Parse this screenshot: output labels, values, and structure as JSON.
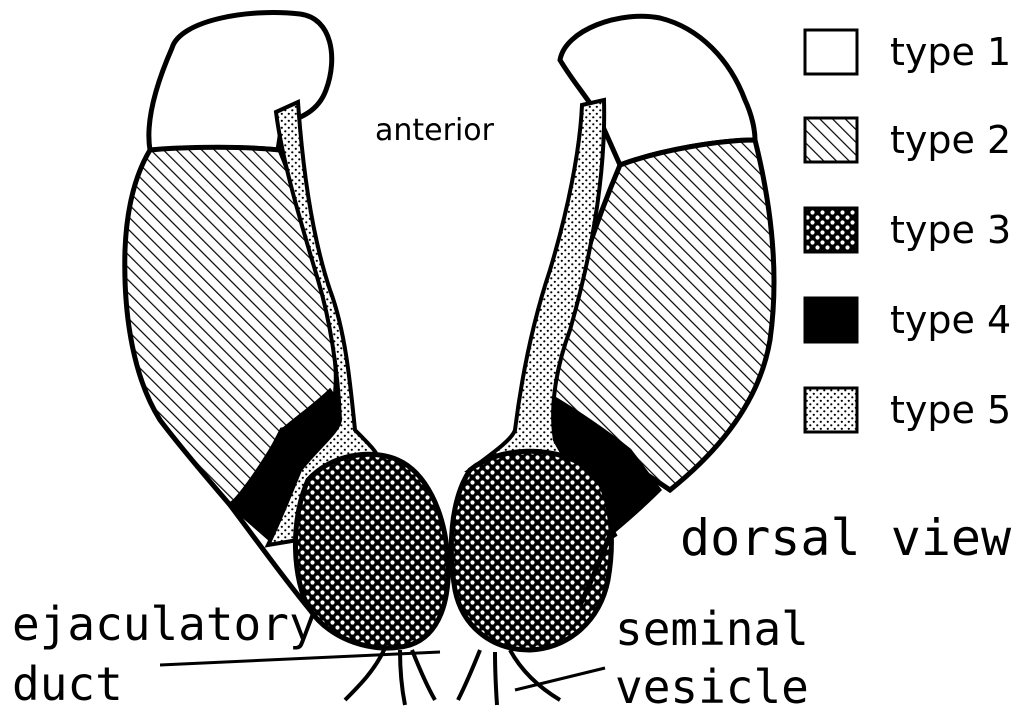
{
  "labels": {
    "anterior": "anterior",
    "dorsal_view": "dorsal view",
    "ejaculatory_duct_line1": "ejaculatory",
    "ejaculatory_duct_line2": "duct",
    "seminal_vesicle_line1": "seminal",
    "seminal_vesicle_line2": "vesicle"
  },
  "legend": [
    {
      "label": "type 1",
      "fill": "blank"
    },
    {
      "label": "type 2",
      "fill": "diagonal-hatch"
    },
    {
      "label": "type 3",
      "fill": "dense-stipple"
    },
    {
      "label": "type 4",
      "fill": "solid-black"
    },
    {
      "label": "type 5",
      "fill": "sparse-dots"
    }
  ],
  "colors": {
    "ink": "#000000",
    "paper": "#ffffff"
  }
}
